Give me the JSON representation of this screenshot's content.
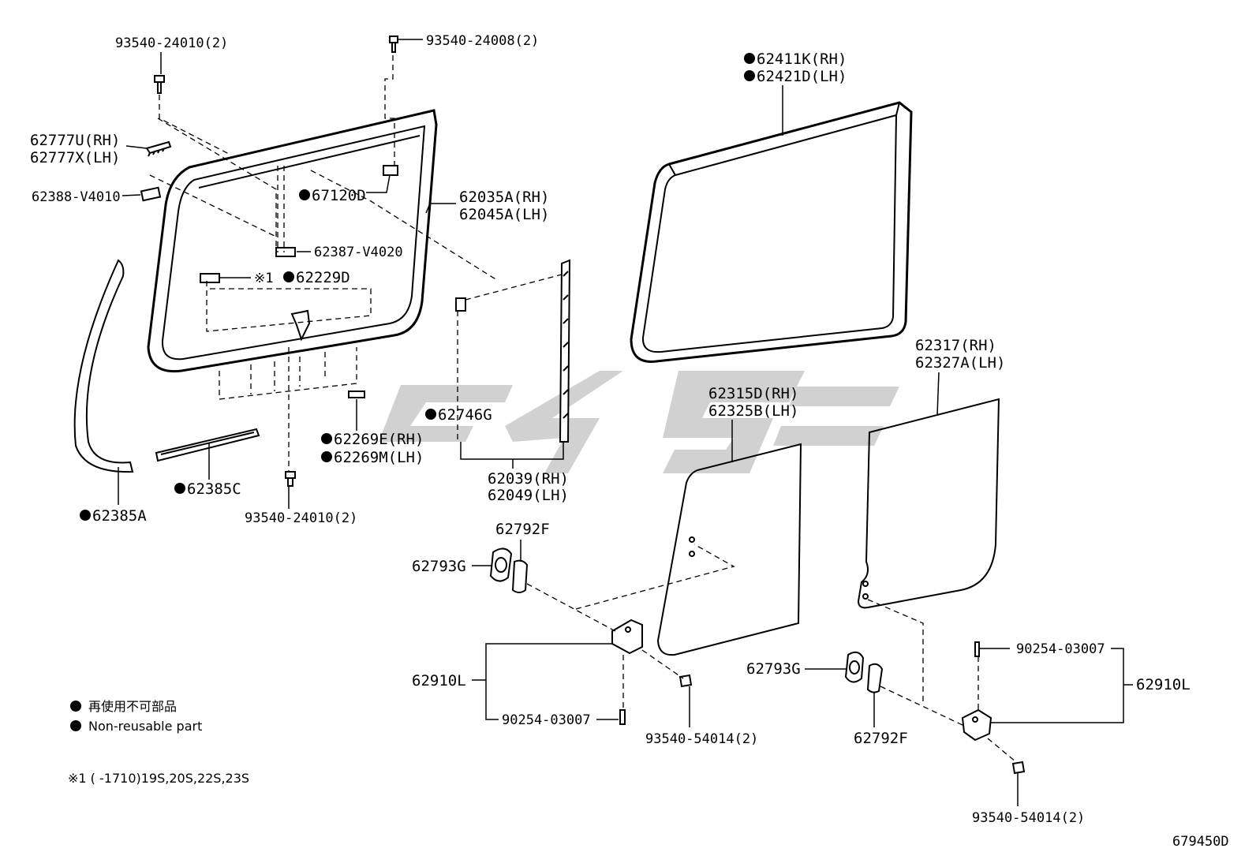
{
  "callouts": {
    "c01": "93540-24010(2)",
    "c02": "93540-24008(2)",
    "c03": "62777U(RH)",
    "c04": "62777X(LH)",
    "c05": "62388-V4010",
    "c06": "67120D",
    "c07": "62035A(RH)",
    "c08": "62045A(LH)",
    "c09": "62387-V4020",
    "c10_prefix": "※1",
    "c10": "62229D",
    "c11": "62746G",
    "c12": "62269E(RH)",
    "c13": "62269M(LH)",
    "c14": "62385C",
    "c15": "62385A",
    "c16": "93540-24010(2)",
    "c17": "62039(RH)",
    "c18": "62049(LH)",
    "c19": "62411K(RH)",
    "c20": "62421D(LH)",
    "c21": "62317(RH)",
    "c22": "62327A(LH)",
    "c23": "62315D(RH)",
    "c24": "62325B(LH)",
    "c25": "62792F",
    "c26": "62793G",
    "c27": "62910L",
    "c28": "90254-03007",
    "c29": "93540-54014(2)",
    "c30": "62793G",
    "c31": "62792F",
    "c32": "90254-03007",
    "c33": "62910L",
    "c34": "93540-54014(2)"
  },
  "legend": {
    "jp": "再使用不可部品",
    "en": "Non-reusable part",
    "note": "※1 (      -1710)19S,20S,22S,23S"
  },
  "diagram_code": "679450D"
}
